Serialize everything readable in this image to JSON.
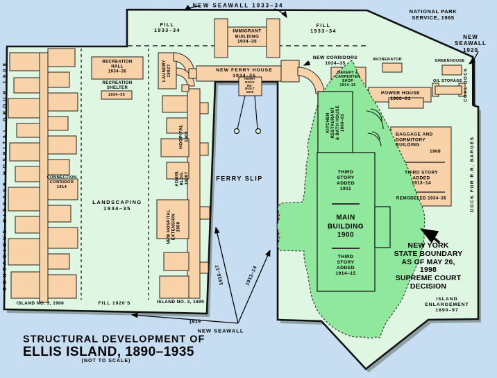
{
  "title": {
    "line1": "STRUCTURAL DEVELOPMENT OF",
    "line2": "ELLIS ISLAND, 1890–1935",
    "note": "(NOT TO SCALE)"
  },
  "credit": "NATIONAL PARK SERVICE, 1965",
  "seawalls": {
    "top": "NEW SEAWALL 1933–34",
    "right": "NEW SEAWALL\n1920",
    "bottom": "NEW SEAWALL",
    "date_1919": "1919",
    "date_1916_17": "1916–17",
    "date_1913_14": "1913–14"
  },
  "island3": {
    "vertical_label": "CONTAGIOUS DISEASE HOSPITAL GROUP 1909",
    "connection_corridor": "CONNECTION\nCORRIDOR\n1914",
    "bottom_label": "ISLAND NO. 3, 1906"
  },
  "fill_zone": {
    "landscaping": "LANDSCAPING\n1934–35",
    "recreation_hall": "RECREATION\nHALL\n1934–35",
    "recreation_shelter": "RECREATION\nSHELTER",
    "recreation_shelter_date": "1934–35",
    "bottom_label": "FILL 1920'S"
  },
  "island2": {
    "laundry": "LAUNDRY\n1902?",
    "hospital": "HOSPITAL\n1902",
    "admin": "ADMIN.\nBLDG.\n1908?",
    "extension": "NEW HOSPITAL\nEXTENSION\n1908",
    "bottom_label": "ISLAND NO. 2, 1899"
  },
  "ferry": {
    "slip": "FERRY SLIP",
    "dock": "FERRY\nDOCK\nRE-\nBUILT\n1935"
  },
  "main_island": {
    "fill_left": "FILL\n1933–34",
    "fill_right": "FILL\n1933–34",
    "immigrant": "IMMIGRANT\nBUILDING\n1934–35",
    "ferry_house": "NEW FERRY HOUSE\n1934–35",
    "corridors": "NEW CORRIDORS\n1934–35",
    "bakery": "BAKERY &\nCARPENTER\nSHOP\n1914–15",
    "incinerator": "INCINERATOR",
    "greenhouse": "GREENHOUSE",
    "oil": "OIL STORAGE",
    "coal_dock": "COAL DOCK",
    "power": "POWER HOUSE\n1900–01",
    "kitchen": "KITCHEN\nRESTAURANT\n& BATH HOUSE\n1900–01",
    "baggage": "BAGGAGE AND\nDORMITORY\nBUILDING",
    "baggage_date": "1908",
    "baggage_third": "THIRD STORY\nADDED\n1913–14",
    "baggage_remodeled": "REMODELED 1934–35",
    "third_1911": "THIRD\nSTORY\nADDED\n1911",
    "main_building": "MAIN\nBUILDING\n1900",
    "third_1914": "THIRD\nSTORY\nADDED\n1914–15",
    "rr_dock": "DOCK FOR R.R. BARGES",
    "boundary": "NEW YORK\nSTATE BOUNDARY\nAS OF MAY 26, 1998\nSUPREME COURT\nDECISION",
    "enlargement": "ISLAND\nENLARGEMENT\n1890–97"
  },
  "colors": {
    "water": "#c6ddf2",
    "land": "#dff6e2",
    "green": "#8fe89b",
    "building": "#f8d2a8"
  }
}
